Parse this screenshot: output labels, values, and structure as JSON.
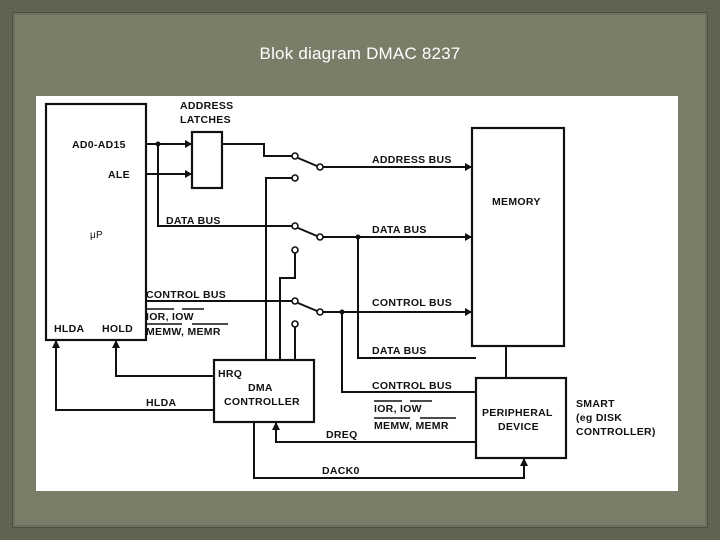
{
  "slide": {
    "title": "Blok diagram DMAC 8237"
  },
  "diagram": {
    "cpu": {
      "ad_pins": "AD0-AD15",
      "ale": "ALE",
      "label": "μP",
      "hlda": "HLDA",
      "hold": "HOLD"
    },
    "latches": {
      "line1": "ADDRESS",
      "line2": "LATCHES"
    },
    "memory": {
      "label": "MEMORY"
    },
    "dma": {
      "hrq": "HRQ",
      "line1": "DMA",
      "line2": "CONTROLLER"
    },
    "peripheral": {
      "line1": "PERIPHERAL",
      "line2": "DEVICE"
    },
    "smart": {
      "line1": "SMART",
      "line2": "(eg DISK",
      "line3": "CONTROLLER)"
    },
    "buses": {
      "address_bus": "ADDRESS BUS",
      "data_bus_cpu": "DATA BUS",
      "data_bus_mem": "DATA BUS",
      "control_bus_cpu": "CONTROL BUS",
      "ior_iow_cpu": "IOR, IOW",
      "memw_memr_cpu": "MEMW, MEMR",
      "control_bus_mem": "CONTROL BUS",
      "data_bus_periph": "DATA BUS",
      "control_bus_periph": "CONTROL BUS",
      "ior_iow_periph": "IOR, IOW",
      "memw_memr_periph": "MEMW, MEMR",
      "hlda_line": "HLDA",
      "dreq": "DREQ",
      "dack": "DACK0"
    }
  }
}
